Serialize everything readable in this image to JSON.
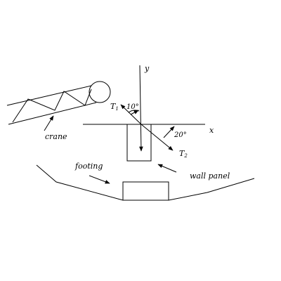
{
  "labels": {
    "y_axis": "y",
    "x_axis": "x",
    "t1": "T",
    "t1_sub": "1",
    "t2": "T",
    "t2_sub": "2",
    "angle_10": "10°",
    "angle_20": "20°",
    "crane": "crane",
    "footing": "footing",
    "wall_panel": "wall panel"
  }
}
